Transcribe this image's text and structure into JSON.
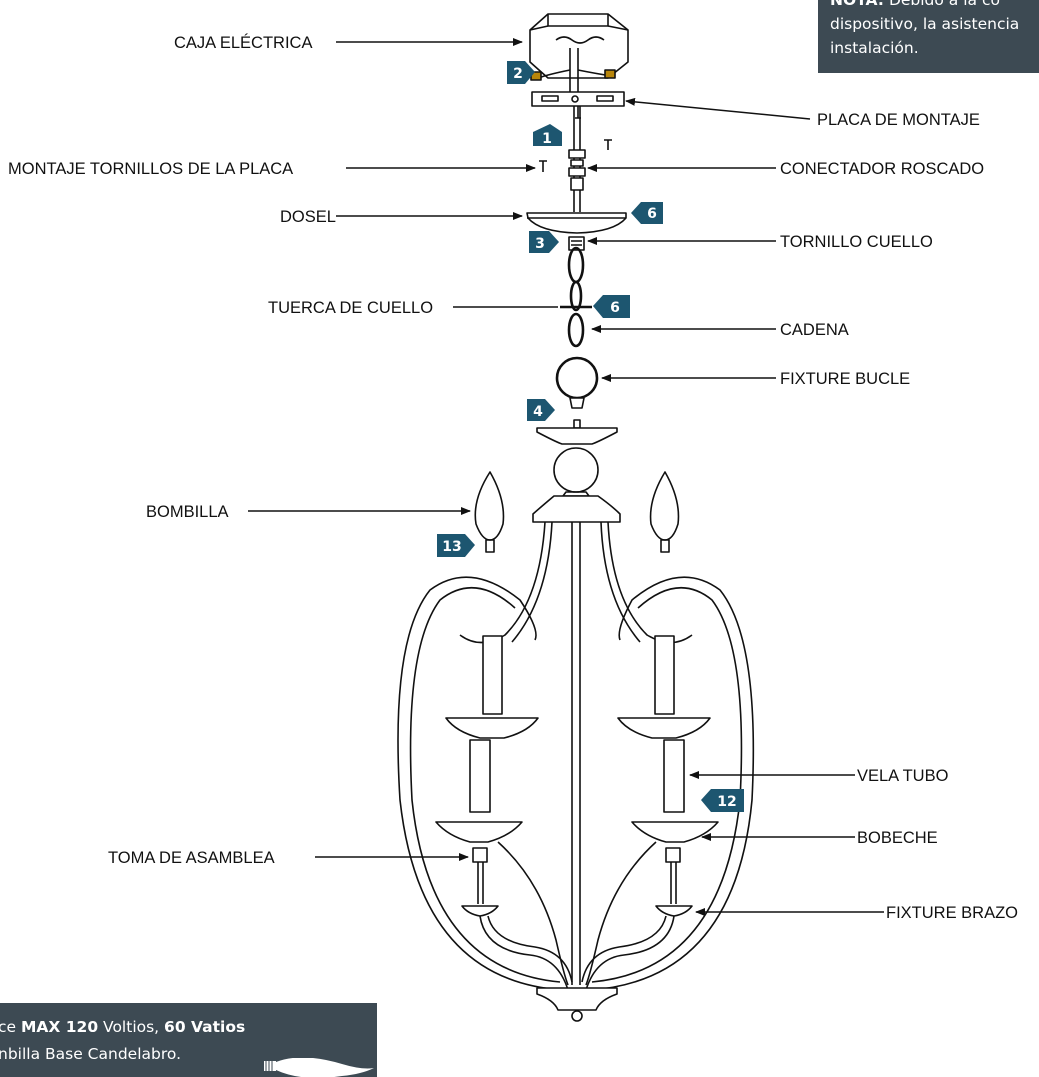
{
  "labels": {
    "caja_electrica": "CAJA ELÉCTRICA",
    "placa_montaje": "PLACA DE MONTAJE",
    "montaje_tornillos": "MONTAJE TORNILLOS DE LA PLACA",
    "conectador_roscado": "CONECTADOR ROSCADO",
    "dosel": "DOSEL",
    "tornillo_cuello": "TORNILLO CUELLO",
    "tuerca_cuello": "TUERCA DE CUELLO",
    "cadena": "CADENA",
    "fixture_bucle": "FIXTURE BUCLE",
    "bombilla": "BOMBILLA",
    "vela_tubo": "VELA TUBO",
    "bobeche": "BOBECHE",
    "toma_asamblea": "TOMA DE ASAMBLEA",
    "fixture_brazo": "FIXTURE BRAZO"
  },
  "steps": {
    "s1": "1",
    "s2": "2",
    "s3": "3",
    "s4": "4",
    "s6a": "6",
    "s6b": "6",
    "s12": "12",
    "s13": "13"
  },
  "note": {
    "line1_bold": "NOTA:",
    "line1_rest": " Debido a la co",
    "line2": "dispositivo, la asistencia",
    "line3": "instalación."
  },
  "bulb_info": {
    "prefix": "ce ",
    "max": "MAX 120",
    "voltios": " Voltios, ",
    "vatios": "60 Vatios",
    "line2": "nbilla Base Candelabro."
  },
  "colors": {
    "badge": "#1d5670",
    "panel": "#3d4a53",
    "ink": "#111111"
  }
}
